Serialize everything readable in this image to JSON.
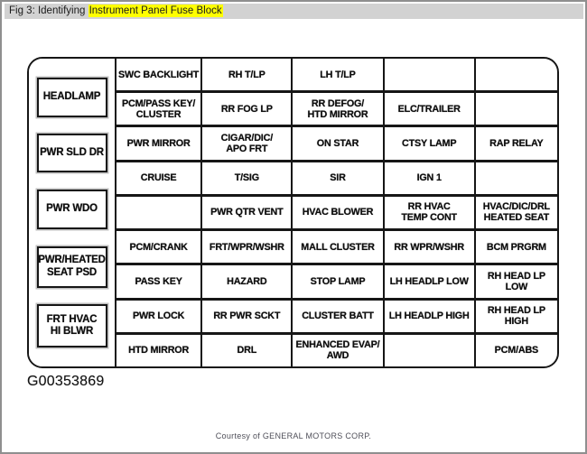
{
  "titlebar": {
    "prefix": "Fig 3: Identifying ",
    "highlight": "Instrument Panel Fuse Block"
  },
  "fuse_block": {
    "side_labels": [
      "HEADLAMP",
      "PWR SLD DR",
      "PWR WDO",
      "PWR/HEATED\nSEAT PSD",
      "FRT HVAC\nHI BLWR"
    ],
    "grid_rows": [
      [
        "SWC BACKLIGHT",
        "RH T/LP",
        "LH T/LP",
        "",
        ""
      ],
      [
        "PCM/PASS KEY/\nCLUSTER",
        "RR FOG LP",
        "RR DEFOG/\nHTD MIRROR",
        "ELC/TRAILER",
        ""
      ],
      [
        "PWR MIRROR",
        "CIGAR/DIC/\nAPO FRT",
        "ON STAR",
        "CTSY LAMP",
        "RAP RELAY"
      ],
      [
        "CRUISE",
        "T/SIG",
        "SIR",
        "IGN 1",
        ""
      ],
      [
        "",
        "PWR QTR VENT",
        "HVAC BLOWER",
        "RR HVAC\nTEMP CONT",
        "HVAC/DIC/DRL\nHEATED SEAT"
      ],
      [
        "PCM/CRANK",
        "FRT/WPR/WSHR",
        "MALL CLUSTER",
        "RR WPR/WSHR",
        "BCM PRGRM"
      ],
      [
        "PASS KEY",
        "HAZARD",
        "STOP LAMP",
        "LH HEADLP LOW",
        "RH HEAD LP\nLOW"
      ],
      [
        "PWR LOCK",
        "RR PWR SCKT",
        "CLUSTER BATT",
        "LH HEADLP HIGH",
        "RH HEAD LP\nHIGH"
      ],
      [
        "HTD MIRROR",
        "DRL",
        "ENHANCED EVAP/\nAWD",
        "",
        "PCM/ABS"
      ]
    ]
  },
  "caption": {
    "figure_id": "G00353869",
    "credit": "Courtesy of GENERAL MOTORS CORP."
  },
  "colors": {
    "highlight_bg": "#ffff00",
    "titlebar_bg": "#d2d2d2",
    "diagram_line": "#161616"
  }
}
